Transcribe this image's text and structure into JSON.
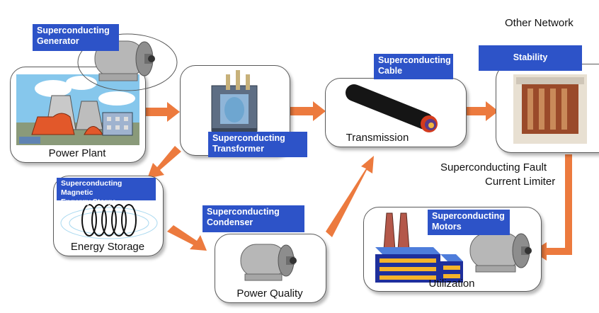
{
  "nodes": {
    "power_plant": {
      "caption": "Power Plant",
      "tag": "Superconducting\nGenerator"
    },
    "transformer": {
      "tag": "Superconducting\nTransformer"
    },
    "transmission": {
      "caption": "Transmission",
      "tag": "Superconducting\nCable"
    },
    "stability": {
      "tag": "Stability",
      "top_label": "Other Network"
    },
    "fault_limiter": {
      "line1": "Superconducting Fault",
      "line2": "Current Limiter"
    },
    "energy_storage": {
      "caption": "Energy Storage",
      "tag": "Superconducting Magnetic\nEngergy Storge"
    },
    "condenser": {
      "caption": "Power Quality",
      "tag": "Superconducting\nCondenser"
    },
    "utilization": {
      "caption": "Utilization",
      "tag": "Superconducting\nMotors"
    }
  },
  "colors": {
    "tag_bg": "#2d53c8",
    "arrow": "#ec7a3e",
    "box_border": "#5a5a5a"
  }
}
